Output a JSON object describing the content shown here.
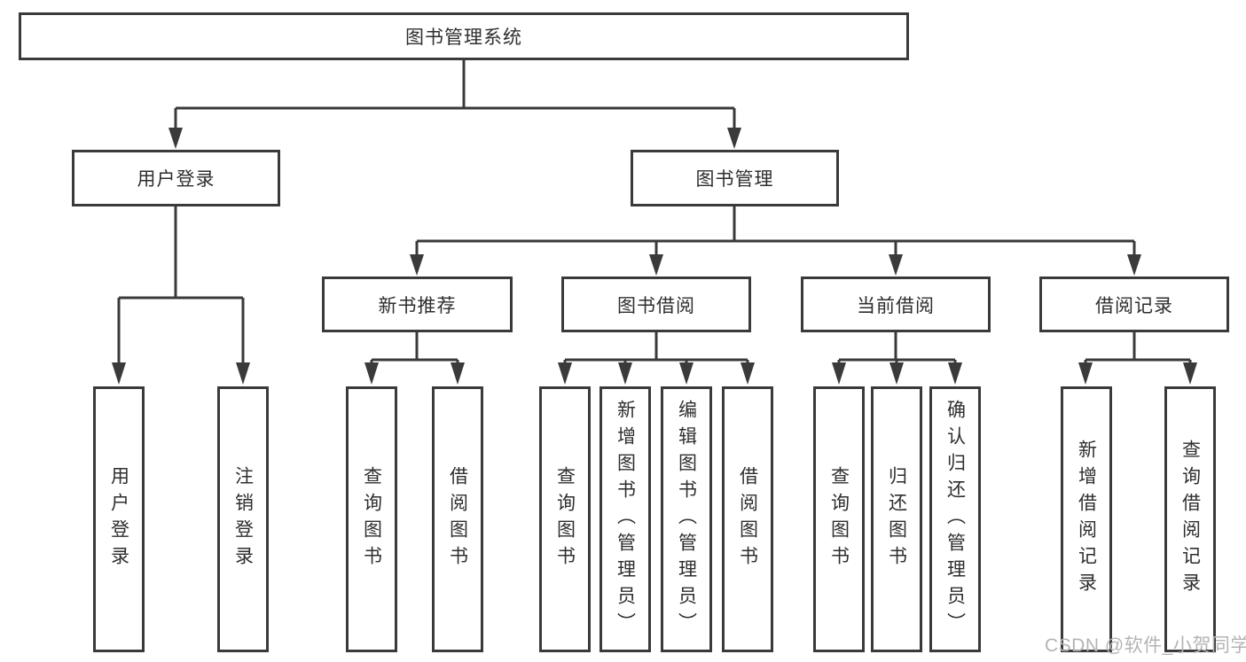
{
  "diagram": {
    "root": {
      "label": "图书管理系统"
    },
    "level2": [
      {
        "label": "用户登录"
      },
      {
        "label": "图书管理"
      }
    ],
    "level3": [
      {
        "label": "新书推荐",
        "parent": "图书管理"
      },
      {
        "label": "图书借阅",
        "parent": "图书管理"
      },
      {
        "label": "当前借阅",
        "parent": "图书管理"
      },
      {
        "label": "借阅记录",
        "parent": "图书管理"
      }
    ],
    "leaves": [
      {
        "label": "用户登录",
        "parent": "用户登录"
      },
      {
        "label": "注销登录",
        "parent": "用户登录"
      },
      {
        "label": "查询图书",
        "parent": "新书推荐"
      },
      {
        "label": "借阅图书",
        "parent": "新书推荐"
      },
      {
        "label": "查询图书",
        "parent": "图书借阅"
      },
      {
        "label": "新增图书（管理员）",
        "parent": "图书借阅"
      },
      {
        "label": "编辑图书（管理员）",
        "parent": "图书借阅"
      },
      {
        "label": "借阅图书",
        "parent": "图书借阅"
      },
      {
        "label": "查询图书",
        "parent": "当前借阅"
      },
      {
        "label": "归还图书",
        "parent": "当前借阅"
      },
      {
        "label": "确认归还（管理员）",
        "parent": "当前借阅"
      },
      {
        "label": "新增借阅记录",
        "parent": "借阅记录"
      },
      {
        "label": "查询借阅记录",
        "parent": "借阅记录"
      }
    ],
    "watermark": "CSDN @软件_小贺同学",
    "colors": {
      "line": "#3a3a3a",
      "text": "#2e2e2e",
      "watermark": "#b4b4b4",
      "background": "#ffffff"
    }
  }
}
